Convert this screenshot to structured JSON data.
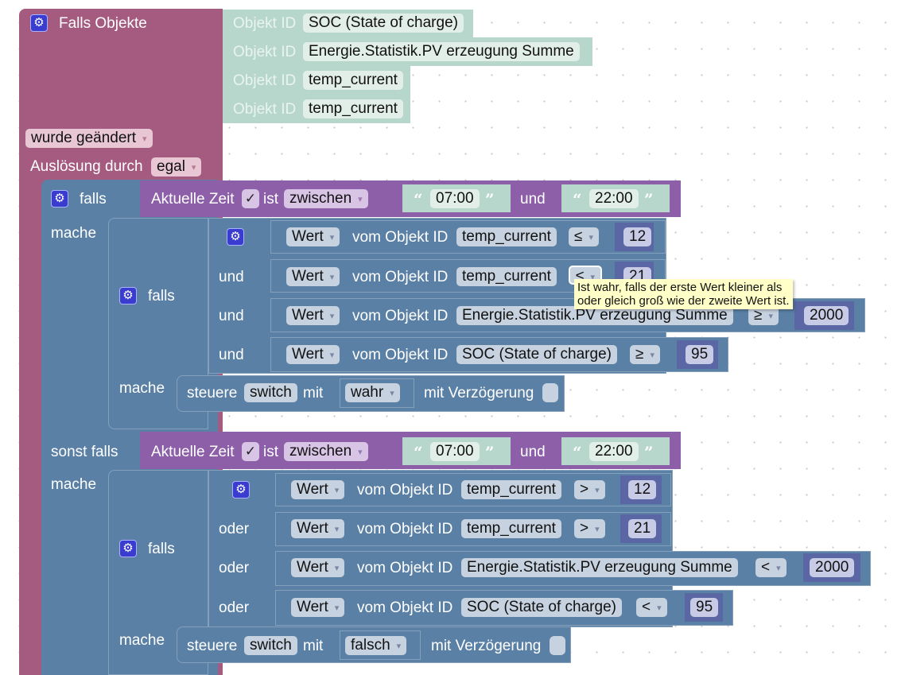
{
  "trigger": {
    "title": "Falls Objekte",
    "object_label": "Objekt ID",
    "objects": [
      "SOC (State of charge)",
      "Energie.Statistik.PV erzeugung Summe",
      "temp_current",
      "temp_current"
    ],
    "event": "wurde geändert",
    "trigger_by_label": "Auslösung durch",
    "trigger_by_value": "egal"
  },
  "outer_if": {
    "if_label": "falls",
    "do_label": "mache",
    "elseif_label": "sonst falls"
  },
  "time_block": {
    "label": "Aktuelle Zeit",
    "check": "✓",
    "is_label": "ist",
    "mode": "zwischen",
    "from": "07:00",
    "and_label": "und",
    "to": "22:00",
    "quote_open": "“",
    "quote_close": "”"
  },
  "branch1": {
    "if_label": "falls",
    "do_label": "mache",
    "logic_label": "und",
    "conditions": [
      {
        "value_mode": "Wert",
        "of_label": "vom Objekt ID",
        "object": "temp_current",
        "op": "≤",
        "num": "12"
      },
      {
        "value_mode": "Wert",
        "of_label": "vom Objekt ID",
        "object": "temp_current",
        "op": "≤",
        "num": "21"
      },
      {
        "value_mode": "Wert",
        "of_label": "vom Objekt ID",
        "object": "Energie.Statistik.PV erzeugung Summe",
        "op": "≥",
        "num": "2000"
      },
      {
        "value_mode": "Wert",
        "of_label": "vom Objekt ID",
        "object": "SOC (State of charge)",
        "op": "≥",
        "num": "95"
      }
    ],
    "action": {
      "label": "steuere",
      "target": "switch",
      "with_label": "mit",
      "value": "wahr",
      "delay_label": "mit Verzögerung"
    }
  },
  "branch2": {
    "if_label": "falls",
    "do_label": "mache",
    "logic_label": "oder",
    "conditions": [
      {
        "value_mode": "Wert",
        "of_label": "vom Objekt ID",
        "object": "temp_current",
        "op": ">",
        "num": "12"
      },
      {
        "value_mode": "Wert",
        "of_label": "vom Objekt ID",
        "object": "temp_current",
        "op": ">",
        "num": "21"
      },
      {
        "value_mode": "Wert",
        "of_label": "vom Objekt ID",
        "object": "Energie.Statistik.PV erzeugung Summe",
        "op": "<",
        "num": "2000"
      },
      {
        "value_mode": "Wert",
        "of_label": "vom Objekt ID",
        "object": "SOC (State of charge)",
        "op": "<",
        "num": "95"
      }
    ],
    "action": {
      "label": "steuere",
      "target": "switch",
      "with_label": "mit",
      "value": "falsch",
      "delay_label": "mit Verzögerung"
    }
  },
  "tooltip": {
    "line1": "Ist wahr, falls der erste Wert kleiner als",
    "line2": "oder gleich groß wie der zweite Wert ist."
  },
  "icons": {
    "gear": "⚙"
  },
  "colors": {
    "trigger_block": "#a55b80",
    "object_block": "#b7d7cc",
    "logic_block": "#5b80a5",
    "time_block": "#8c5fa8",
    "number_block": "#5b67a5",
    "tooltip_bg": "#ffffc7"
  }
}
